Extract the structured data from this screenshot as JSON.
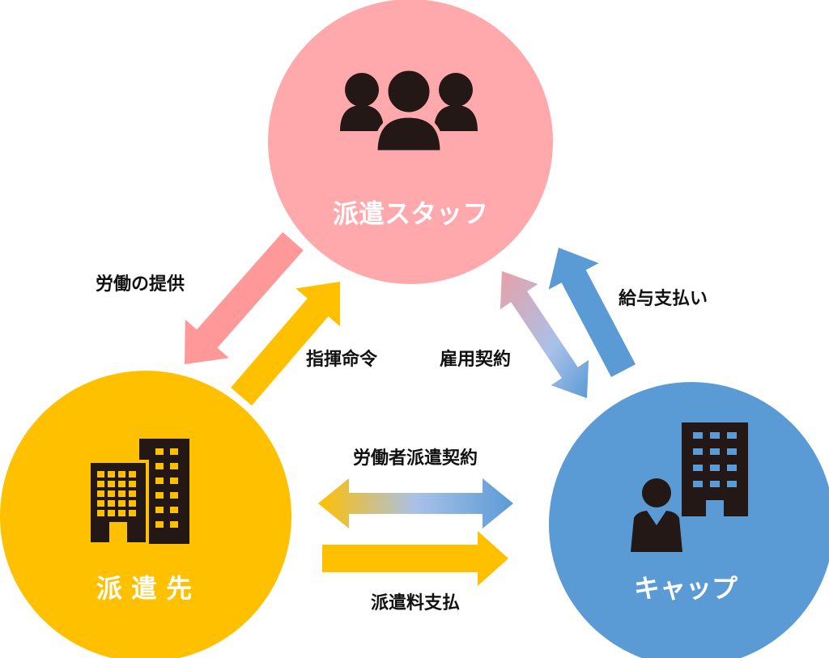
{
  "nodes": {
    "staff": {
      "label": "派遣スタッフ",
      "color": "#FFA9AD",
      "icon": "people-group-icon"
    },
    "client": {
      "label": "派 遣 先",
      "color": "#FFC000",
      "icon": "building-icon"
    },
    "cap": {
      "label": "キャップ",
      "color": "#5B9BD5",
      "icon": "businessperson-building-icon"
    }
  },
  "edges": {
    "labor_provision": "労働の提供",
    "command": "指揮命令",
    "employment_contract": "雇用契約",
    "salary_payment": "給与支払い",
    "dispatch_contract": "労働者派遣契約",
    "dispatch_fee": "派遣料支払"
  },
  "colors": {
    "icon": "#231815",
    "pink_arrow": "#FF9999",
    "yellow": "#FFC000",
    "blue": "#5B9BD5",
    "light_blue": "#A9C1E8",
    "pink_mid": "#E8A0A8"
  }
}
